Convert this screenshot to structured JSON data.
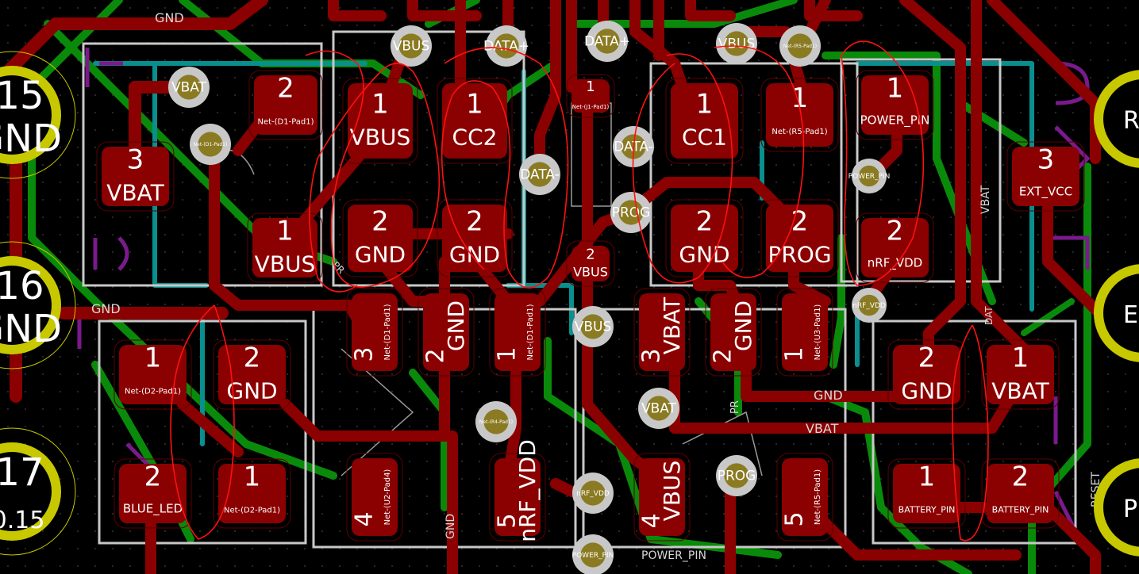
{
  "board": {
    "background": "#000000",
    "copper_front": "#8b0000",
    "copper_back": "#0a8a0a",
    "teal_layer": "#0a8f8f",
    "silkscreen": "#c8c8c8",
    "annotation": "#ff1010"
  },
  "pads": [
    {
      "id": "p1",
      "num": "2",
      "net": "Net-(D1-Pad1)"
    },
    {
      "id": "p2",
      "num": "3",
      "net": "VBAT"
    },
    {
      "id": "p3",
      "num": "1",
      "net": "VBUS"
    },
    {
      "id": "p4",
      "num": "1",
      "net": "VBUS"
    },
    {
      "id": "p5",
      "num": "1",
      "net": "CC2"
    },
    {
      "id": "p6",
      "num": "2",
      "net": "GND"
    },
    {
      "id": "p7",
      "num": "2",
      "net": "GND"
    },
    {
      "id": "p8",
      "num": "1",
      "net": "Net-(J1-Pad1)"
    },
    {
      "id": "p9",
      "num": "2",
      "net": "VBUS"
    },
    {
      "id": "p10",
      "num": "1",
      "net": "CC1"
    },
    {
      "id": "p11",
      "num": "1",
      "net": "Net-(R5-Pad1)"
    },
    {
      "id": "p12",
      "num": "2",
      "net": "GND"
    },
    {
      "id": "p13",
      "num": "2",
      "net": "PROG"
    },
    {
      "id": "p14",
      "num": "1",
      "net": "POWER_PIN"
    },
    {
      "id": "p15",
      "num": "2",
      "net": "nRF_VDD"
    },
    {
      "id": "p16",
      "num": "3",
      "net": "EXT_VCC"
    },
    {
      "id": "p17",
      "num": "3",
      "net": "Net-(D1-Pad1)"
    },
    {
      "id": "p18",
      "num": "2",
      "net": "GND"
    },
    {
      "id": "p19",
      "num": "1",
      "net": "Net-(D1-Pad1)"
    },
    {
      "id": "p20",
      "num": "3",
      "net": "VBAT"
    },
    {
      "id": "p21",
      "num": "2",
      "net": "GND"
    },
    {
      "id": "p22",
      "num": "1",
      "net": "Net-(U3-Pad1)"
    },
    {
      "id": "p23",
      "num": "1",
      "net": "Net-(D2-Pad1)"
    },
    {
      "id": "p24",
      "num": "2",
      "net": "GND"
    },
    {
      "id": "p25",
      "num": "2",
      "net": "GND"
    },
    {
      "id": "p26",
      "num": "1",
      "net": "VBAT"
    },
    {
      "id": "p27",
      "num": "2",
      "net": "BLUE_LED"
    },
    {
      "id": "p28",
      "num": "1",
      "net": "Net-(D2-Pad1)"
    },
    {
      "id": "p29",
      "num": "4",
      "net": "Net-(U2-Pad4)"
    },
    {
      "id": "p30",
      "num": "5",
      "net": "nRF_VDD"
    },
    {
      "id": "p31",
      "num": "4",
      "net": "VBUS"
    },
    {
      "id": "p32",
      "num": "5",
      "net": "Net-(R5-Pad1)"
    },
    {
      "id": "p33",
      "num": "1",
      "net": "BATTERY_PIN"
    },
    {
      "id": "p34",
      "num": "2",
      "net": "BATTERY_PIN"
    }
  ],
  "vias": [
    "VBUS",
    "DATA+",
    "DATA+",
    "VBUS",
    "Net-(R5-Pad1)",
    "VBAT",
    "Net-(D1-Pad1)",
    "DATA-",
    "DATA-",
    "PROG",
    "POWER_PIN",
    "nRF_VDD",
    "VBUS",
    "VBAT",
    "Net-(R4-Pad1)",
    "nRF_VDD",
    "PROG",
    "POWER_PIN"
  ],
  "through_holes": [
    {
      "num": "15",
      "label": "GND"
    },
    {
      "num": "16",
      "label": "GND"
    },
    {
      "num": "17",
      "label": "0.15"
    }
  ],
  "right_labels": [
    "R",
    "EX",
    "P"
  ],
  "trace_labels": [
    "GND",
    "GND",
    "GND",
    "VBAT",
    "GND",
    "VBAT",
    "RESET",
    "POWER_PIN",
    "PR",
    "PR",
    "DAT"
  ]
}
